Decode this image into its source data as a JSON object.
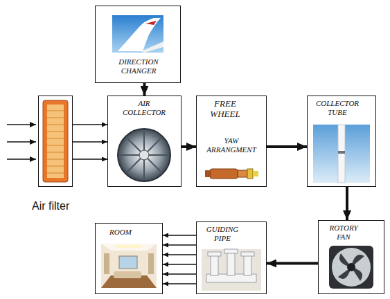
{
  "diagram": {
    "nodes": [
      {
        "text": [
          "DIRECTION CHANGER"
        ]
      },
      {
        "text": [
          "Air filter"
        ]
      },
      {
        "text": [
          "AIR COLLECTOR"
        ]
      },
      {
        "text": [
          "FREE WHEEL",
          "YAW ARRANGMENT"
        ]
      },
      {
        "text": [
          "COLLECTOR TUBE"
        ]
      },
      {
        "text": [
          "ROTORY FAN"
        ]
      },
      {
        "text": [
          "GUIDING PIPE"
        ]
      },
      {
        "text": [
          "ROOM"
        ]
      }
    ],
    "edges": [
      {
        "from": 0,
        "to": 2,
        "arrow": "to"
      },
      {
        "from": 1,
        "to": 2,
        "arrow": "to"
      },
      {
        "from": 2,
        "to": 3,
        "arrow": "to"
      },
      {
        "from": 3,
        "to": 4,
        "arrow": "to"
      },
      {
        "from": 4,
        "to": 5,
        "arrow": "to"
      },
      {
        "from": 5,
        "to": 6,
        "arrow": "to"
      },
      {
        "from": 6,
        "to": 7,
        "arrow": "to"
      }
    ]
  }
}
